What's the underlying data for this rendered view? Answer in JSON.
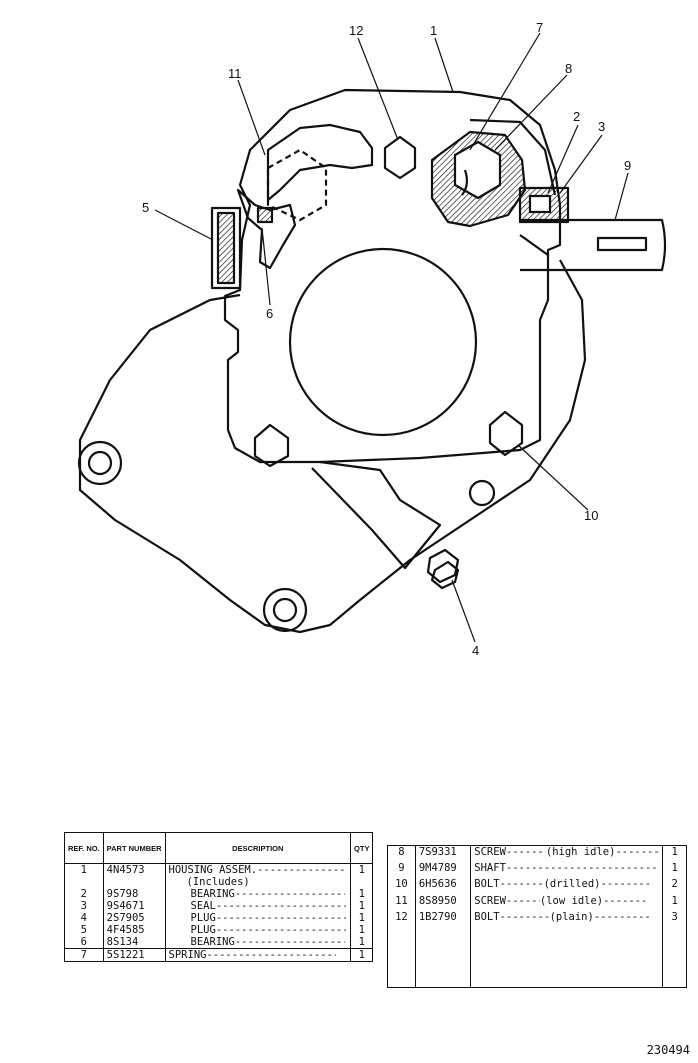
{
  "callouts": [
    "1",
    "2",
    "3",
    "4",
    "5",
    "6",
    "7",
    "8",
    "9",
    "10",
    "11",
    "12"
  ],
  "table_left": {
    "headers": {
      "ref": "REF. NO.",
      "part": "PART NUMBER",
      "desc": "DESCRIPTION",
      "qty": "QTY"
    },
    "rows": [
      {
        "ref": "1",
        "part": "4N4573",
        "desc": "HOUSING ASSEM.",
        "qty": "1"
      },
      {
        "ref": "",
        "part": "",
        "desc": "(Includes)",
        "qty": ""
      },
      {
        "ref": "2",
        "part": "9S798",
        "desc": "BEARING",
        "qty": "1"
      },
      {
        "ref": "3",
        "part": "9S4671",
        "desc": "SEAL",
        "qty": "1"
      },
      {
        "ref": "4",
        "part": "2S7905",
        "desc": "PLUG",
        "qty": "1"
      },
      {
        "ref": "5",
        "part": "4F4585",
        "desc": "PLUG",
        "qty": "1"
      },
      {
        "ref": "6",
        "part": "8S134",
        "desc": "BEARING",
        "qty": "1"
      },
      {
        "ref": "7",
        "part": "5S1221",
        "desc": "SPRING",
        "qty": "1"
      }
    ]
  },
  "table_right": {
    "rows": [
      {
        "ref": "8",
        "part": "7S9331",
        "desc": "SCREW",
        "note": "(high idle)",
        "qty": "1"
      },
      {
        "ref": "9",
        "part": "9M4789",
        "desc": "SHAFT",
        "note": "",
        "qty": "1"
      },
      {
        "ref": "10",
        "part": "6H5636",
        "desc": "BOLT",
        "note": "(drilled)",
        "qty": "2"
      },
      {
        "ref": "11",
        "part": "8S8950",
        "desc": "SCREW",
        "note": "(low idle)",
        "qty": "1"
      },
      {
        "ref": "12",
        "part": "1B2790",
        "desc": "BOLT",
        "note": "(plain)",
        "qty": "3"
      }
    ]
  },
  "drawing_number": "230494"
}
